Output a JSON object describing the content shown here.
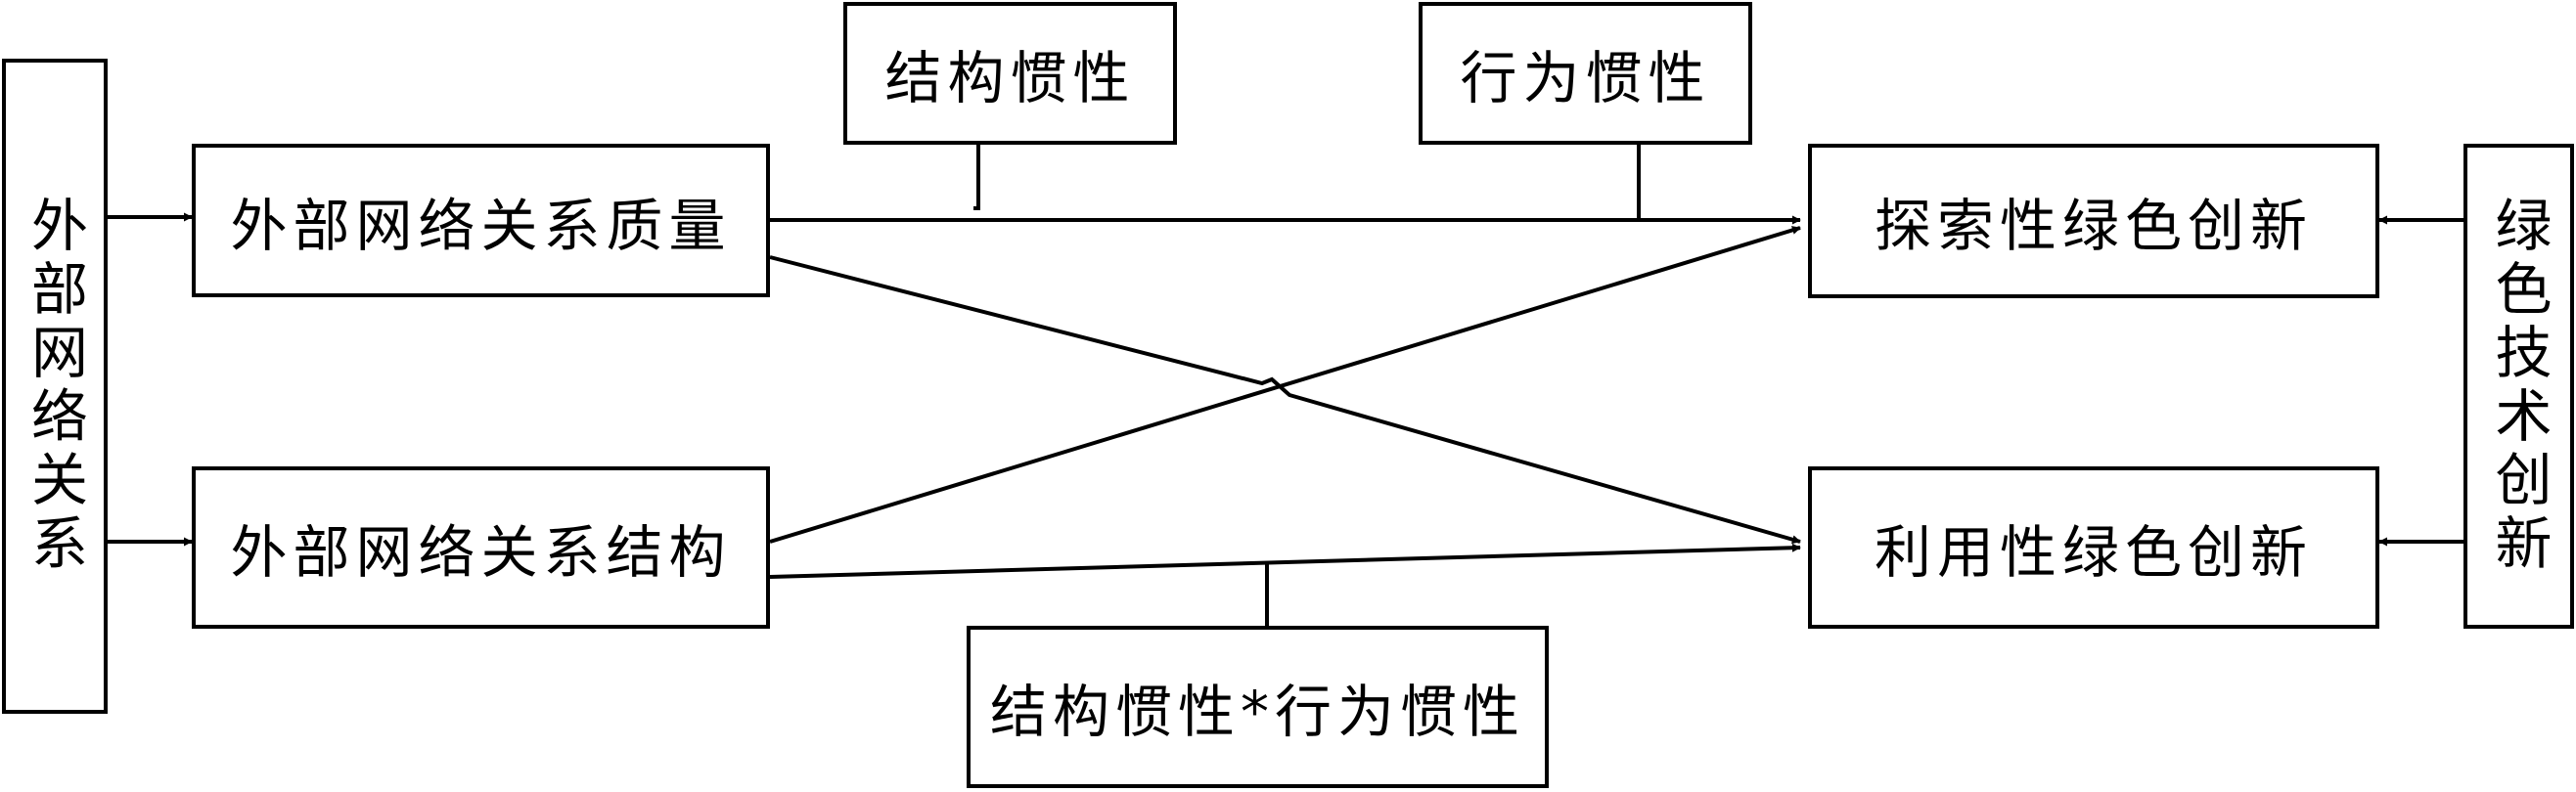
{
  "left_side": {
    "label": "外部网络关系"
  },
  "right_side": {
    "label": "绿色技术创新"
  },
  "independent_vars": {
    "quality": "外部网络关系质量",
    "structure": "外部网络关系结构"
  },
  "dependent_vars": {
    "exploratory": "探索性绿色创新",
    "exploitative": "利用性绿色创新"
  },
  "moderators": {
    "structural_inertia": "结构惯性",
    "behavioral_inertia": "行为惯性",
    "interaction": "结构惯性*行为惯性"
  }
}
